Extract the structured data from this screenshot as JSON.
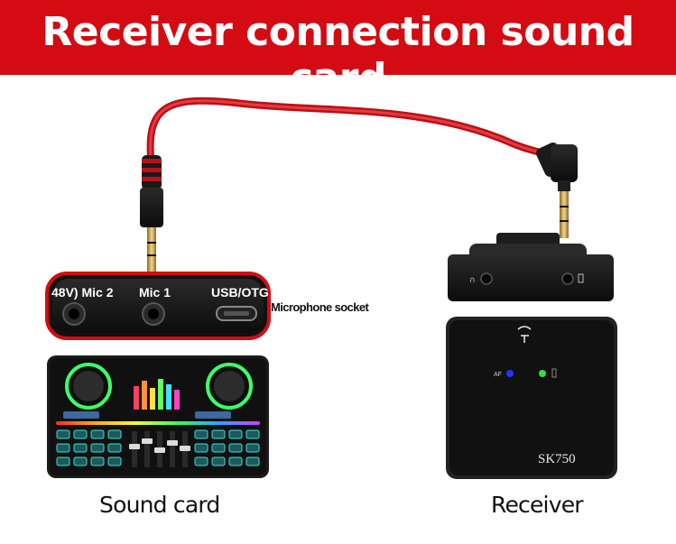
{
  "banner": {
    "title": "Receiver connection sound card",
    "color": "#d40b12"
  },
  "sound_card_panel": {
    "ports": [
      "48V) Mic 2",
      "Mic 1",
      "USB/OTG"
    ],
    "callout": "Microphone socket",
    "accent_color": "#d40b12"
  },
  "captions": {
    "left": "Sound card",
    "right": "Receiver"
  },
  "receiver": {
    "model": "SK750",
    "af_label": "AF",
    "af_led": "#2233ff",
    "power_led": "#33dd44"
  },
  "cable": {
    "color": "#d81c1c"
  }
}
